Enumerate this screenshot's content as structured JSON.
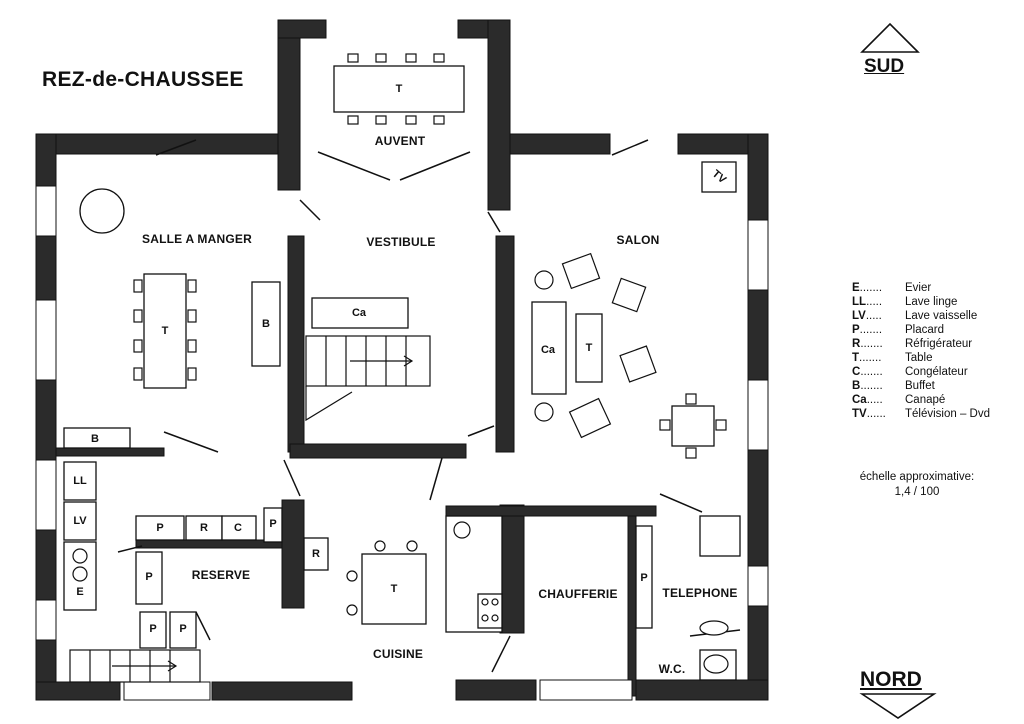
{
  "title": "REZ-de-CHAUSSEE",
  "compass": {
    "south": "SUD",
    "north": "NORD"
  },
  "rooms": {
    "auvent": "AUVENT",
    "salle_a_manger": "SALLE A MANGER",
    "vestibule": "VESTIBULE",
    "salon": "SALON",
    "reserve": "RESERVE",
    "cuisine": "CUISINE",
    "chaufferie": "CHAUFFERIE",
    "telephone": "TELEPHONE",
    "wc": "W.C."
  },
  "fixtures": {
    "table": "T",
    "buffet": "B",
    "canape": "Ca",
    "television": "TV",
    "lave_linge": "LL",
    "lave_vaisselle": "LV",
    "evier": "E",
    "placard": "P",
    "refrigerateur": "R",
    "congelateur": "C"
  },
  "legend": [
    {
      "code": "E",
      "dots": ".......",
      "label": "Evier"
    },
    {
      "code": "LL",
      "dots": ".....",
      "label": "Lave linge"
    },
    {
      "code": "LV",
      "dots": ".....",
      "label": "Lave vaisselle"
    },
    {
      "code": "P",
      "dots": ".......",
      "label": "Placard"
    },
    {
      "code": "R",
      "dots": ".......",
      "label": "Réfrigérateur"
    },
    {
      "code": "T",
      "dots": ".......",
      "label": "Table"
    },
    {
      "code": "C",
      "dots": ".......",
      "label": "Congélateur"
    },
    {
      "code": "B",
      "dots": ".......",
      "label": "Buffet"
    },
    {
      "code": "Ca",
      "dots": ".....",
      "label": "Canapé"
    },
    {
      "code": "TV",
      "dots": "......",
      "label": "Télévision – Dvd"
    }
  ],
  "scale": {
    "caption": "échelle approximative:",
    "value": "1,4 / 100"
  }
}
